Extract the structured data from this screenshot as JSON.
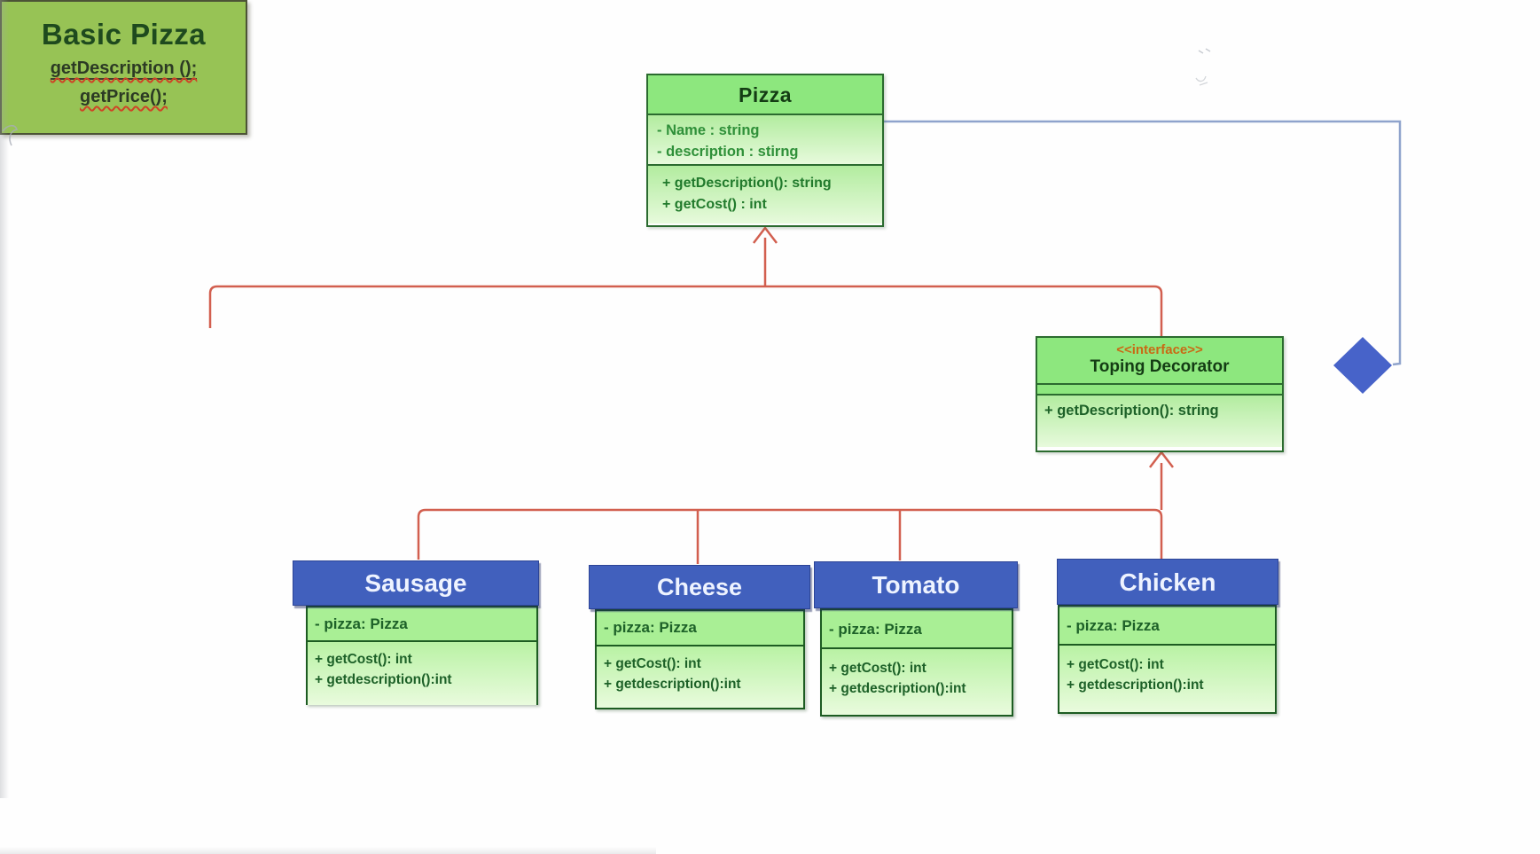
{
  "colors": {
    "green_border": "#2b6b2f",
    "green_header": "#8de77e",
    "green_body_top": "#b2ec9f",
    "green_body_bottom": "#e7fadc",
    "olive_fill": "#97c355",
    "blue_header": "#4160bd",
    "blue_header_border": "#2c4496",
    "red_connector": "#d25f4f",
    "blue_connector": "#8fa3cc",
    "diamond_blue": "#4763c9",
    "stereotype_orange": "#c96a15"
  },
  "classes": {
    "pizza": {
      "title": "Pizza",
      "attributes": [
        "- Name : string",
        "- description :  stirng"
      ],
      "methods": [
        "+ getDescription(): string",
        "+ getCost() : int"
      ]
    },
    "basic_pizza": {
      "title": "Basic Pizza",
      "methods": [
        "getDescription ();",
        "getPrice();"
      ]
    },
    "toping_decorator": {
      "stereotype": "<<interface>>",
      "title": "Toping Decorator",
      "methods": [
        "+ getDescription(): string"
      ]
    },
    "toppings": [
      {
        "title": "Sausage",
        "attributes": [
          "- pizza: Pizza"
        ],
        "methods": [
          "+ getCost(): int",
          "+ getdescription():int"
        ]
      },
      {
        "title": "Cheese",
        "attributes": [
          "- pizza: Pizza"
        ],
        "methods": [
          "+ getCost(): int",
          "+ getdescription():int"
        ]
      },
      {
        "title": "Tomato",
        "attributes": [
          "- pizza: Pizza"
        ],
        "methods": [
          "+ getCost(): int",
          "+ getdescription():int"
        ]
      },
      {
        "title": "Chicken",
        "attributes": [
          "- pizza: Pizza"
        ],
        "methods": [
          "+ getCost(): int",
          "+ getdescription():int"
        ]
      }
    ]
  }
}
